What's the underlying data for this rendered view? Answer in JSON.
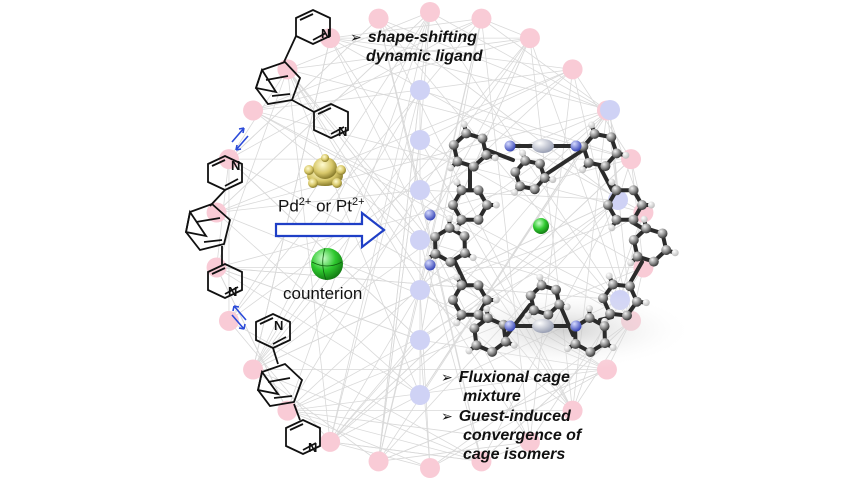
{
  "labels": {
    "top_bullet_line1": "shape-shifting",
    "top_bullet_line2": "dynamic ligand",
    "metal_pd": "Pd",
    "metal_pd_charge": "2+",
    "metal_or": " or ",
    "metal_pt": "Pt",
    "metal_pt_charge": "2+",
    "counterion": "counterion",
    "bottom_bullet1_line1": "Fluxional cage",
    "bottom_bullet1_line2": "mixture",
    "bottom_bullet2_line1": "Guest-induced",
    "bottom_bullet2_line2": "convergence of",
    "bottom_bullet2_line3": "cage isomers",
    "arrow_glyph": "➢",
    "pyridine_N": "N"
  },
  "colors": {
    "pink_node": "#f9cbd6",
    "blue_node": "#cfd2f5",
    "network_line": "#d9d9d9",
    "reaction_arrow": "#1f3fc6",
    "equilibrium_arrows": "#2c4bd9",
    "metal_sphere": "#d8c86a",
    "counterion_sphere": "#2ec82e",
    "guest_atom": "#2ec82e",
    "carbon": "#555555",
    "hydrogen": "#e8e8e8",
    "nitrogen": "#4a5bd6",
    "metal_atom": "#c8ccd8"
  },
  "icons": [
    "pd-pt-metal-ion-icon",
    "counterion-sphere-icon",
    "reaction-arrow-icon",
    "equilibrium-arrows-icon"
  ]
}
